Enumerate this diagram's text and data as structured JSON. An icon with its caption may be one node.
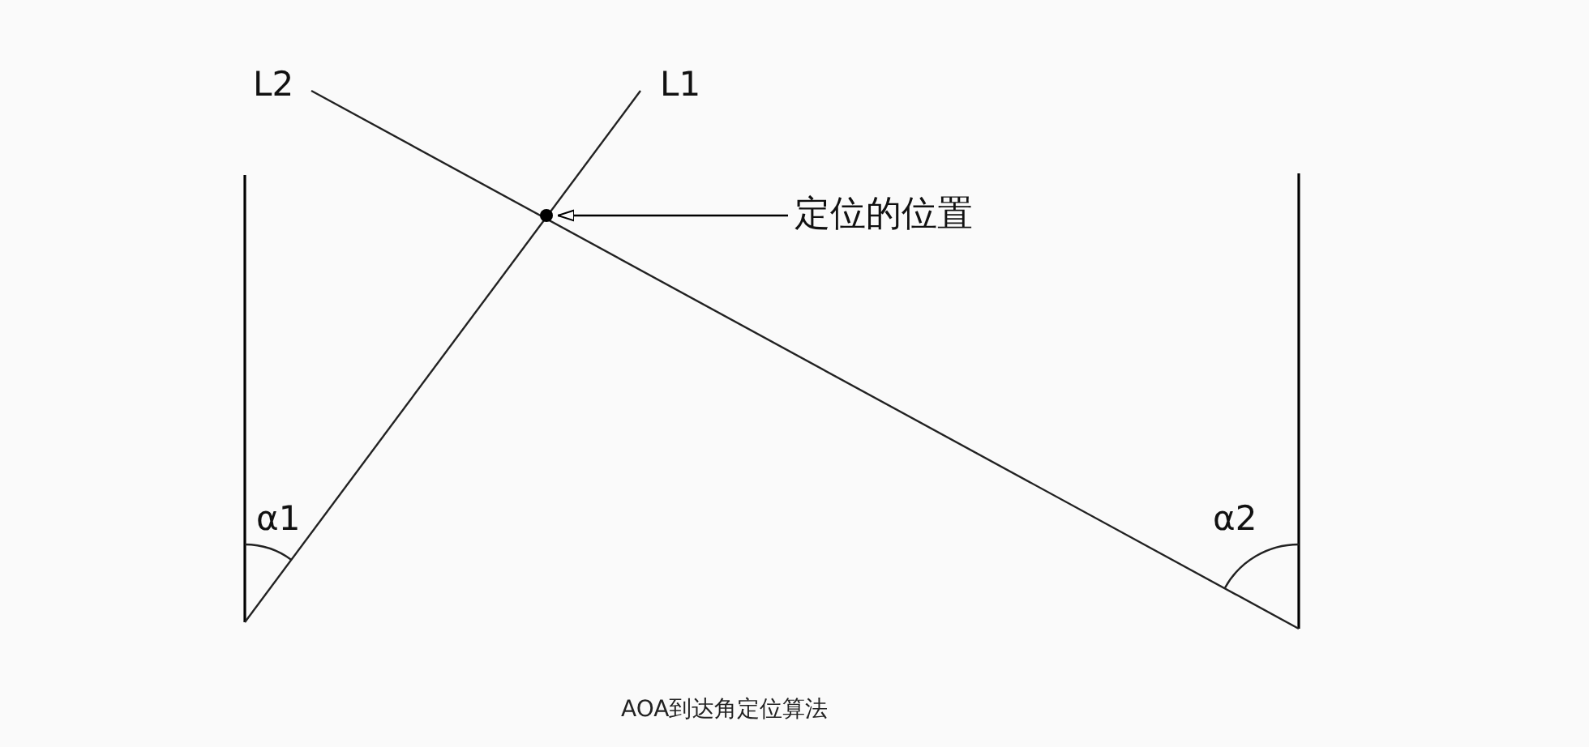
{
  "diagram": {
    "caption": "AOA到达角定位算法",
    "nodes": [
      {
        "text": [
          "定位的位置"
        ]
      },
      {
        "text": [],
        "shape": "circle"
      }
    ],
    "edges": [
      {
        "from": 0,
        "to": 1,
        "arrow": "to"
      }
    ],
    "labels": [
      "L2",
      "L1",
      "α1",
      "α2"
    ]
  }
}
